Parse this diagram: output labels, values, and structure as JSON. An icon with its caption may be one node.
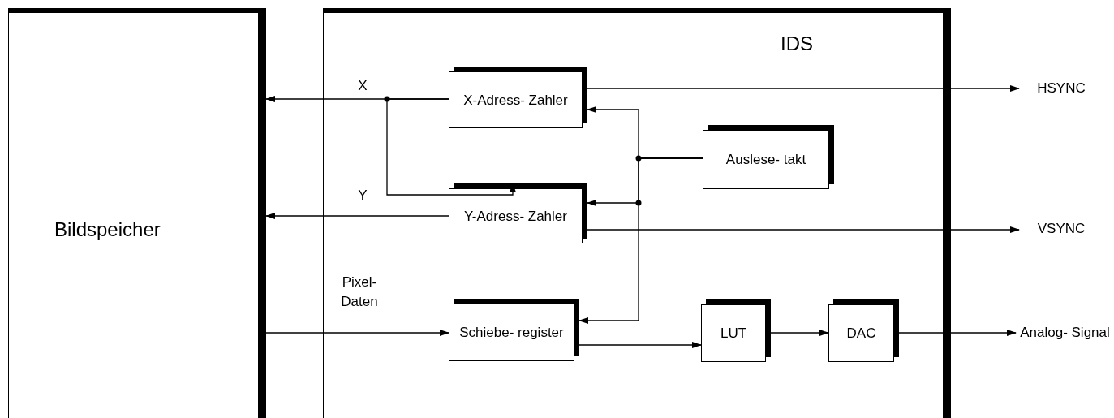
{
  "diagram": {
    "nodes": [
      {
        "text": [
          "Bildspeicher"
        ]
      },
      {
        "text": [
          "IDS"
        ]
      },
      {
        "text": [
          "X-Adress- Zahler"
        ],
        "in": 1
      },
      {
        "text": [
          "Y-Adress- Zahler"
        ],
        "in": 1
      },
      {
        "text": [
          "Auslese- takt"
        ],
        "in": 1
      },
      {
        "text": [
          "Schiebe- register"
        ],
        "in": 1
      },
      {
        "text": [
          "LUT"
        ],
        "in": 1
      },
      {
        "text": [
          "DAC"
        ],
        "in": 1
      },
      {
        "text": [
          "HSYNC"
        ]
      },
      {
        "text": [
          "VSYNC"
        ]
      },
      {
        "text": [
          "Analog- Signal"
        ]
      }
    ],
    "edges": [
      {
        "from": 2,
        "to": 0,
        "arrow": "to",
        "label": "X"
      },
      {
        "from": 2,
        "to": 3,
        "arrow": "to"
      },
      {
        "from": 3,
        "to": 0,
        "arrow": "to",
        "label": "Y"
      },
      {
        "from": 0,
        "to": 5,
        "arrow": "to",
        "label": "Pixel- Daten"
      },
      {
        "from": 4,
        "to": 2,
        "arrow": "to"
      },
      {
        "from": 4,
        "to": 3,
        "arrow": "to"
      },
      {
        "from": 4,
        "to": 5,
        "arrow": "to"
      },
      {
        "from": 2,
        "to": 8,
        "arrow": "to"
      },
      {
        "from": 3,
        "to": 9,
        "arrow": "to"
      },
      {
        "from": 5,
        "to": 6,
        "arrow": "to"
      },
      {
        "from": 6,
        "to": 7,
        "arrow": "to"
      },
      {
        "from": 7,
        "to": 10,
        "arrow": "to"
      }
    ]
  }
}
